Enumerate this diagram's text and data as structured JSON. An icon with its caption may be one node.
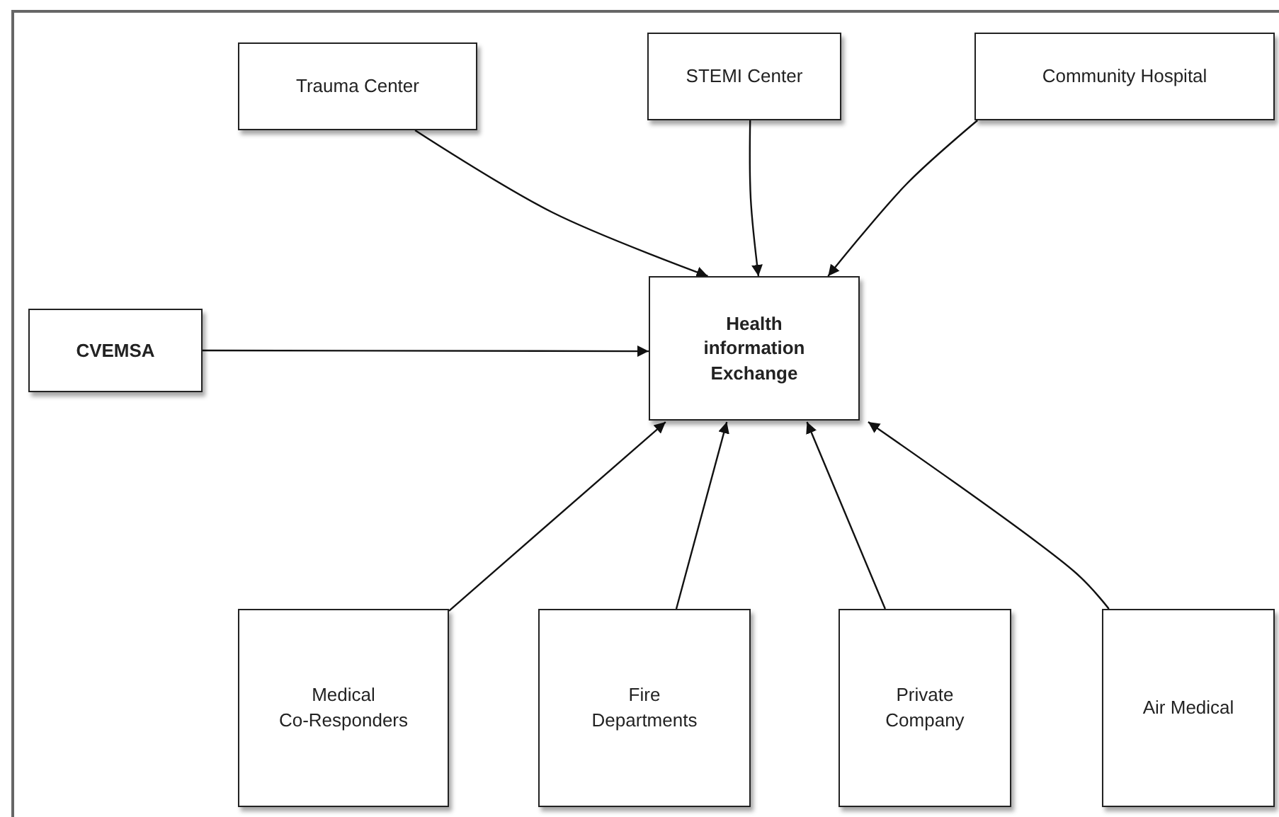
{
  "diagram": {
    "nodes": [
      {
        "text": [
          "Trauma Center"
        ]
      },
      {
        "text": [
          "STEMI Center"
        ]
      },
      {
        "text": [
          "Community Hospital"
        ]
      },
      {
        "text": [
          "CVEMSA"
        ]
      },
      {
        "text": [
          "Health information Exchange"
        ]
      },
      {
        "text": [
          "Medical Co-Responders"
        ]
      },
      {
        "text": [
          "Fire Departments"
        ]
      },
      {
        "text": [
          "Private Company"
        ]
      },
      {
        "text": [
          "Air Medical"
        ]
      }
    ],
    "edges": [
      {
        "from": 0,
        "to": 4,
        "arrow": "to"
      },
      {
        "from": 1,
        "to": 4,
        "arrow": "to"
      },
      {
        "from": 2,
        "to": 4,
        "arrow": "to"
      },
      {
        "from": 3,
        "to": 4,
        "arrow": "to"
      },
      {
        "from": 5,
        "to": 4,
        "arrow": "to"
      },
      {
        "from": 6,
        "to": 4,
        "arrow": "to"
      },
      {
        "from": 7,
        "to": 4,
        "arrow": "to"
      },
      {
        "from": 8,
        "to": 4,
        "arrow": "to"
      }
    ]
  }
}
